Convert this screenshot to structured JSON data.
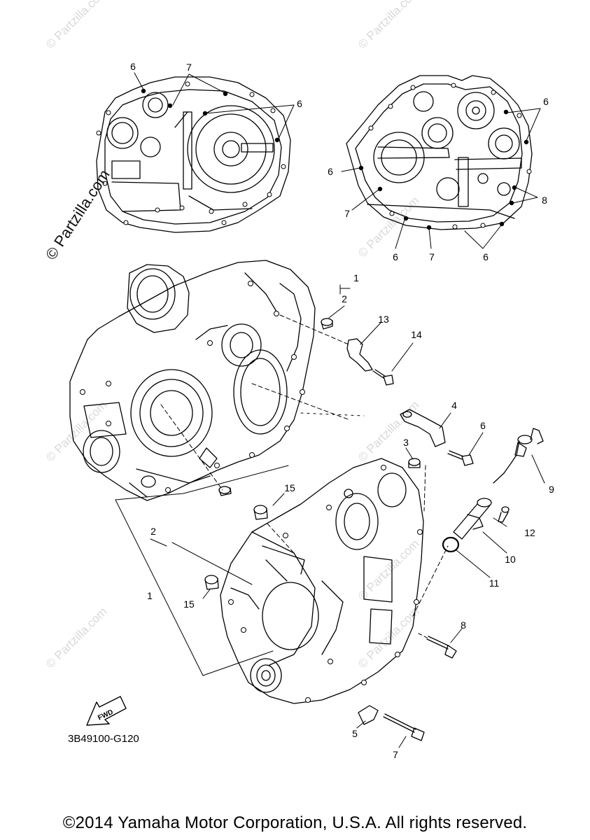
{
  "watermark": "© Partzilla.com",
  "side_watermark": "© Partzilla.com",
  "diagram_code": "3B49100-G120",
  "fwd_label": "FWD",
  "copyright": "©2014 Yamaha Motor Corporation, U.S.A. All rights reserved.",
  "callouts": {
    "top_left_6a": "6",
    "top_left_7": "7",
    "top_left_6b": "6",
    "top_right_6a": "6",
    "top_right_6b": "6",
    "top_right_7a": "7",
    "top_right_8": "8",
    "top_right_6c": "6",
    "top_right_7b": "7",
    "top_right_6d": "6",
    "main_1a": "1",
    "main_2a": "2",
    "main_13": "13",
    "main_14": "14",
    "main_4": "4",
    "main_6": "6",
    "main_3": "3",
    "main_9": "9",
    "main_15a": "15",
    "main_2b": "2",
    "main_12": "12",
    "main_10": "10",
    "main_11": "11",
    "main_1b": "1",
    "main_15b": "15",
    "main_8": "8",
    "main_5": "5",
    "main_7": "7"
  }
}
